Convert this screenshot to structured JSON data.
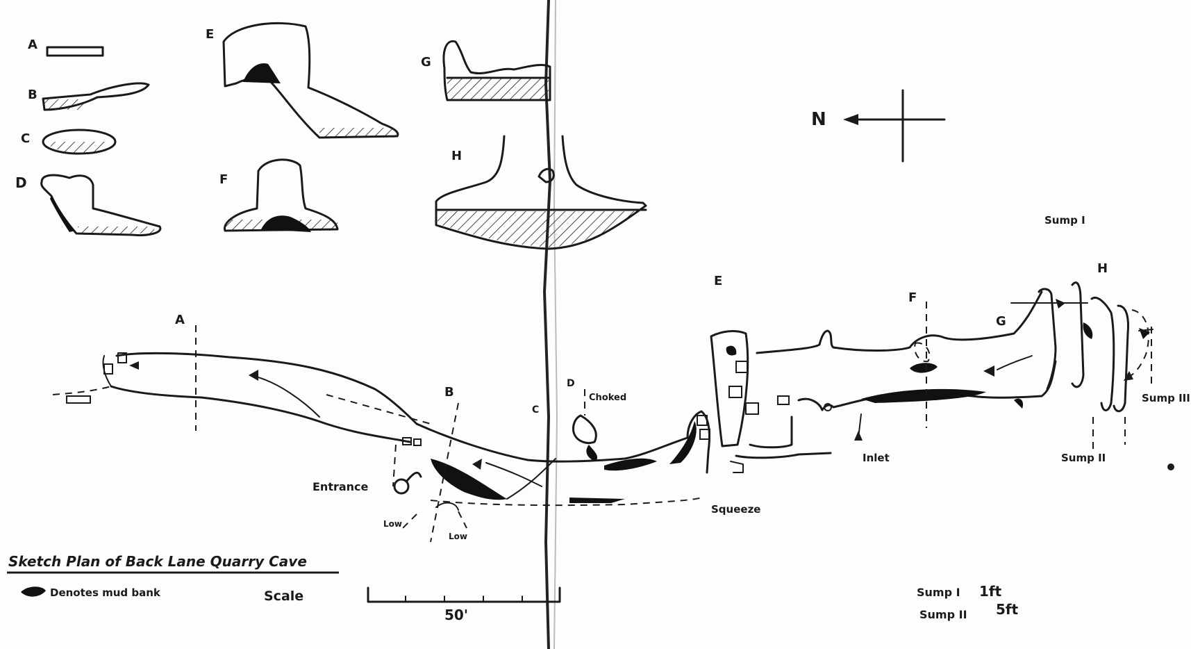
{
  "title": "Sketch Plan of Back Lane Quarry Cave",
  "legend": {
    "mud_text": "Denotes mud bank"
  },
  "scale": {
    "label": "Scale",
    "bar_text": "50'"
  },
  "north": {
    "label": "N"
  },
  "sections": [
    "A",
    "B",
    "C",
    "D",
    "E",
    "F",
    "G",
    "H"
  ],
  "plan_markers": {
    "a": "A",
    "b": "B",
    "c": "C",
    "d": "D",
    "e": "E",
    "f": "F",
    "g": "G",
    "h": "H"
  },
  "annotations": {
    "choked": "Choked",
    "entrance": "Entrance",
    "low1": "Low",
    "low2": "Low",
    "squeeze": "Squeeze",
    "inlet": "Inlet",
    "sump1": "Sump I",
    "sump2": "Sump II",
    "sump3": "Sump III"
  },
  "sump_depths": [
    {
      "name": "Sump I",
      "depth": "1ft"
    },
    {
      "name": "Sump II",
      "depth": "5ft"
    }
  ],
  "colors": {
    "ink": "#1a1a1a",
    "paper": "#fdfdfc",
    "mud": "#111111"
  }
}
